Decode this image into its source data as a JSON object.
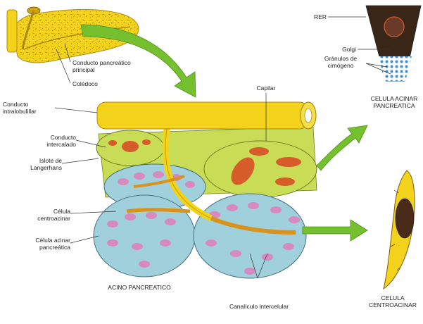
{
  "labels": {
    "conducto_principal": [
      "Conducto pancreático",
      "principal"
    ],
    "coledoco": "Colédoco",
    "conducto_intralobulillar": [
      "Conducto",
      "intralobulillar"
    ],
    "conducto_intercalado": [
      "Conducto",
      "intercalado"
    ],
    "islote": [
      "Islote de",
      "Langerhans"
    ],
    "celula_centroacinar": [
      "Célula",
      "centroacinar"
    ],
    "celula_acinar": [
      "Célula acinar",
      "pancreática"
    ],
    "acino": "ACINO PANCREATICO",
    "canaliculo": "Canalículo intercelular",
    "capilar": "Capilar",
    "rer": "RER",
    "golgi": "Golgi",
    "granulos": [
      "Gránulos de",
      "cimógeno"
    ],
    "celula_acinar_title": [
      "CELULA ACINAR",
      "PANCREATICA"
    ],
    "celula_centroacinar_title": [
      "CELULA",
      "CENTROACINAR"
    ]
  },
  "colors": {
    "duct_yellow": "#f3d21c",
    "duct_dark": "#c9a10a",
    "islet_green": "#c9dc55",
    "acinar_blue": "#9fd0dc",
    "nucleus_pink": "#d889c0",
    "arrow_green": "#74c02e",
    "capillary_red": "#d65c2a",
    "cell_dark": "#3a2616"
  }
}
